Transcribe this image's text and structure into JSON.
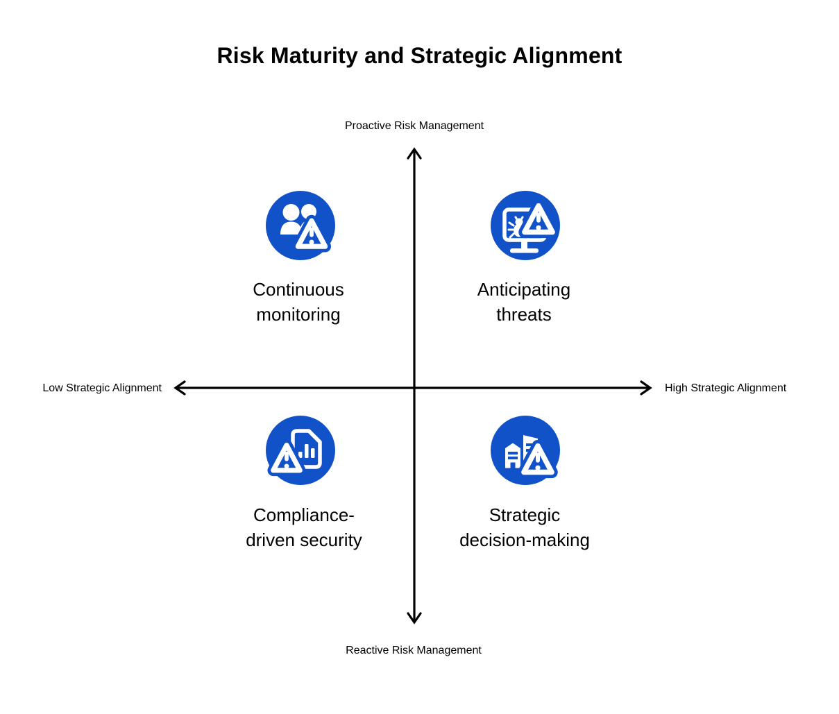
{
  "title": "Risk Maturity and Strategic Alignment",
  "colors": {
    "accent_blue": "#1152C9",
    "axis": "#000000",
    "background": "#ffffff",
    "icon_glyph": "#ffffff"
  },
  "axes": {
    "vertical": {
      "top_label": "Proactive Risk Management",
      "bottom_label": "Reactive Risk Management"
    },
    "horizontal": {
      "left_label": "Low Strategic Alignment",
      "right_label": "High Strategic Alignment"
    }
  },
  "quadrants": [
    {
      "position": "top-left",
      "label": "Continuous monitoring",
      "label_lines": [
        "Continuous",
        "monitoring"
      ],
      "icon": "people-warning-icon"
    },
    {
      "position": "top-right",
      "label": "Anticipating threats",
      "label_lines": [
        "Anticipating",
        "threats"
      ],
      "icon": "monitor-bug-warning-icon"
    },
    {
      "position": "bottom-left",
      "label": "Compliance-driven security",
      "label_lines": [
        "Compliance-",
        "driven security"
      ],
      "icon": "document-chart-warning-icon"
    },
    {
      "position": "bottom-right",
      "label": "Strategic decision-making",
      "label_lines": [
        "Strategic",
        "decision-making"
      ],
      "icon": "buildings-warning-icon"
    }
  ]
}
